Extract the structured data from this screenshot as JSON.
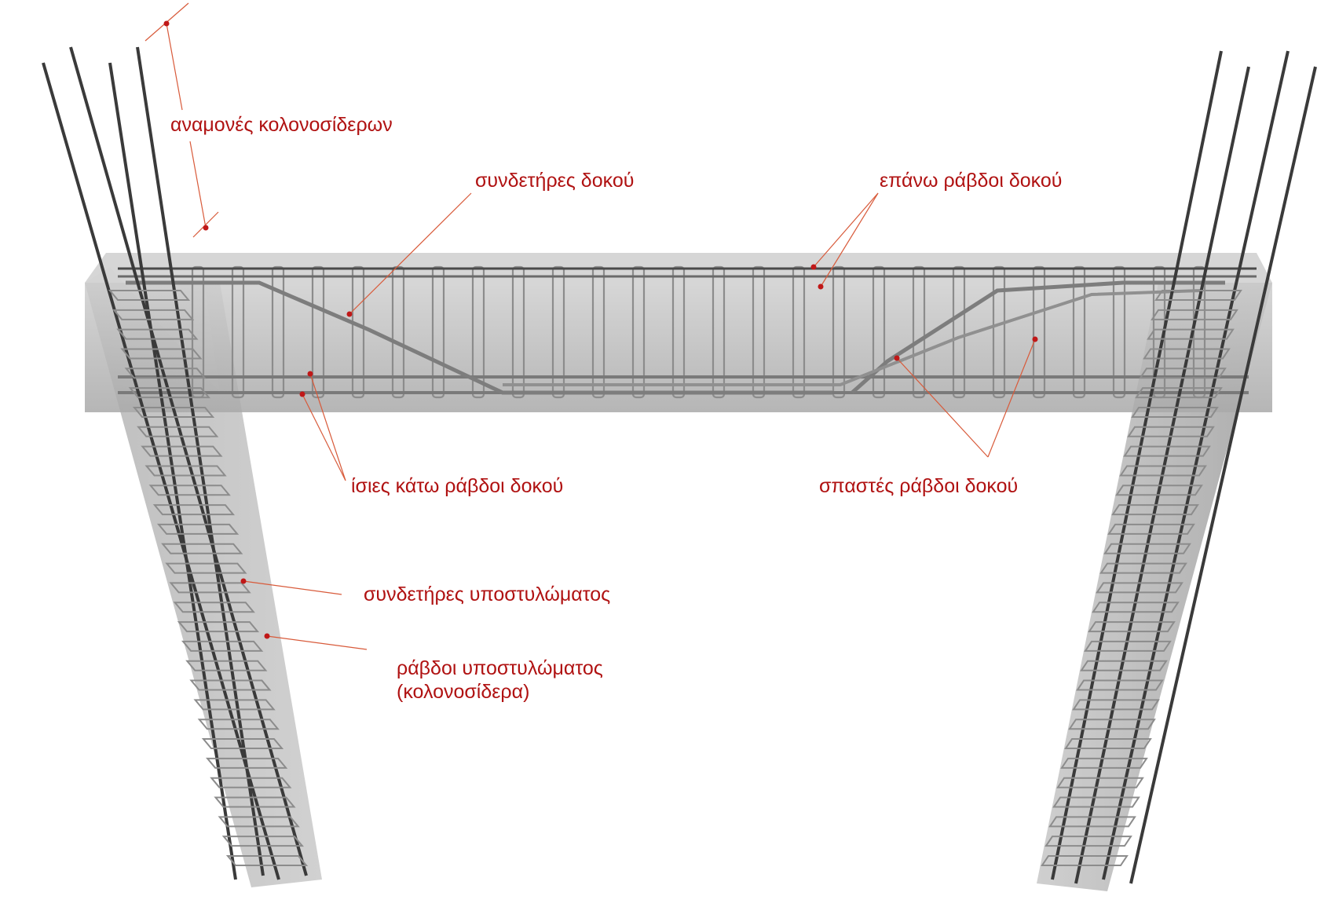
{
  "labels": {
    "column_starter_bars": "αναμονές κολονοσίδερων",
    "beam_stirrups": "συνδετήρες δοκού",
    "beam_top_bars": "επάνω ράβδοι δοκού",
    "beam_straight_bottom_bars": "ίσιες κάτω ράβδοι δοκού",
    "beam_bent_bars": "σπαστές ράβδοι δοκού",
    "column_ties": "συνδετήρες υποστυλώματος",
    "column_bars_line1": "ράβδοι υποστυλώματος",
    "column_bars_line2": "(κολονοσίδερα)"
  },
  "colors": {
    "label": "#b01212",
    "leader": "#d85a3a",
    "concrete": "#bdbdbd",
    "steel": "#8e8e8e",
    "bar": "#3a3a3a"
  }
}
